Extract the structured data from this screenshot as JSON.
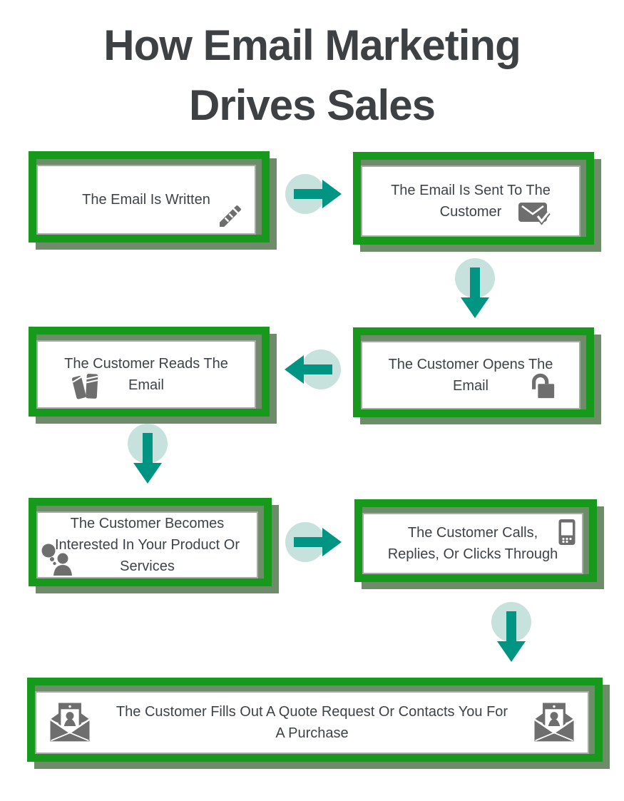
{
  "title": {
    "line1": "How Email Marketing",
    "line2": "Drives Sales"
  },
  "steps": [
    {
      "label": "The Email Is Written",
      "icon": "pencil-icon"
    },
    {
      "label": "The Email Is Sent To The Customer",
      "icon": "envelope-check-icon"
    },
    {
      "label": "The Customer Opens The Email",
      "icon": "open-lock-icon"
    },
    {
      "label": "The Customer Reads The Email",
      "icon": "books-icon"
    },
    {
      "label": "The Customer Becomes Interested  In Your Product Or Services",
      "icon": "person-speech-bubble-icon"
    },
    {
      "label": "The Customer Calls, Replies, Or Clicks Through",
      "icon": "mobile-phone-icon"
    },
    {
      "label": "The Customer Fills Out A Quote Request Or Contacts You For A Purchase",
      "icon": "envelope-person-icon"
    }
  ],
  "arrows": [
    {
      "direction": "right"
    },
    {
      "direction": "down"
    },
    {
      "direction": "left"
    },
    {
      "direction": "down"
    },
    {
      "direction": "right"
    },
    {
      "direction": "down"
    }
  ],
  "colors": {
    "frame_green": "#17991c",
    "frame_shadow": "#6f8c6a",
    "arrow_teal": "#009582",
    "arrow_circle": "#c7e2dd",
    "text": "#3d4349",
    "icon_gray": "#6e6e6e"
  }
}
